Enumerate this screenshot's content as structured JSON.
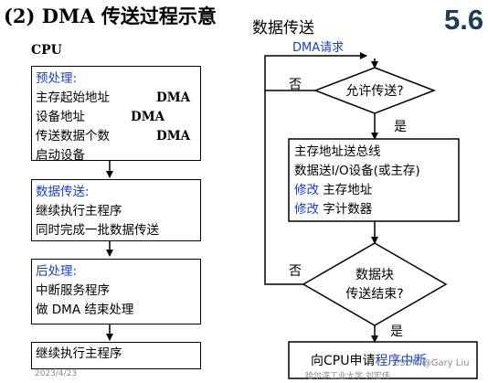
{
  "title": "(2) DMA 传送过程示意",
  "section_number": "5.6",
  "right_title": "数据传送",
  "cpu": {
    "label": "CPU",
    "pre": {
      "head": "预处理:",
      "lines": [
        {
          "text": "主存起始地址",
          "target": "DMA"
        },
        {
          "text": "设备地址",
          "target": "DMA"
        },
        {
          "text": "传送数据个数",
          "target": "DMA"
        },
        {
          "text": "启动设备",
          "target": ""
        }
      ]
    },
    "transfer": {
      "head": "数据传送:",
      "lines": [
        "继续执行主程序",
        "同时完成一批数据传送"
      ]
    },
    "post": {
      "head": "后处理:",
      "lines": [
        "中断服务程序",
        "做 DMA 结束处理"
      ]
    },
    "continue_text": "继续执行主程序"
  },
  "flow": {
    "request": "DMA请求",
    "decision1": "允许传送?",
    "no1": "否",
    "yes1": "是",
    "process_lines": [
      "主存地址送总线",
      "数据送I/O设备(或主存)",
      "主存地址",
      "字计数器"
    ],
    "modify": "修改",
    "decision2_line1": "数据块",
    "decision2_line2": "传送结束?",
    "no2": "否",
    "yes2": "是",
    "interrupt_prefix": "向CPU申请",
    "interrupt_highlight": "程序中断"
  },
  "watermarks": {
    "left": "2023/4/23",
    "center": "哈尔滨工业大学 刘宏伟",
    "right": "CSDN @Gary Liu"
  },
  "colors": {
    "accent_blue": "#1a3fc7",
    "section_number": "#1f3b5c"
  }
}
